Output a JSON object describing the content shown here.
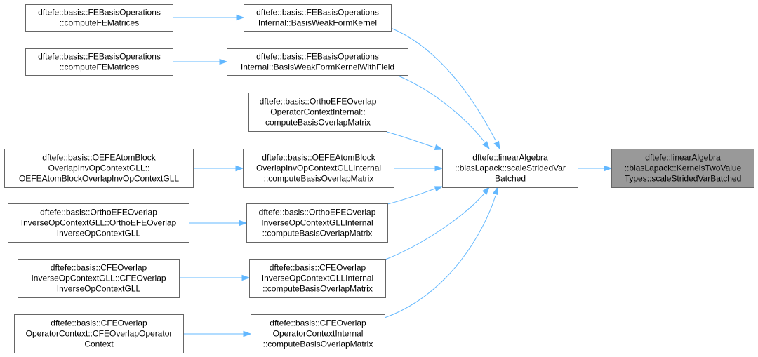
{
  "graph": {
    "nodes": [
      {
        "id": "target",
        "label": [
          "dftefe::linearAlgebra",
          "::blasLapack::KernelsTwoValue",
          "Types::scaleStridedVarBatched"
        ],
        "current": true
      },
      {
        "id": "scale",
        "label": [
          "dftefe::linearAlgebra",
          "::blasLapack::scaleStridedVar",
          "Batched"
        ]
      },
      {
        "id": "wfk",
        "label": [
          "dftefe::basis::FEBasisOperations",
          "Internal::BasisWeakFormKernel"
        ]
      },
      {
        "id": "wfkf",
        "label": [
          "dftefe::basis::FEBasisOperations",
          "Internal::BasisWeakFormKernelWithField"
        ]
      },
      {
        "id": "ortho_ctx_int",
        "label": [
          "dftefe::basis::OrthoEFEOverlap",
          "OperatorContextInternal::",
          "computeBasisOverlapMatrix"
        ]
      },
      {
        "id": "oefe_int",
        "label": [
          "dftefe::basis::OEFEAtomBlock",
          "OverlapInvOpContextGLLInternal",
          "::computeBasisOverlapMatrix"
        ]
      },
      {
        "id": "ortho_inv_int",
        "label": [
          "dftefe::basis::OrthoEFEOverlap",
          "InverseOpContextGLLInternal",
          "::computeBasisOverlapMatrix"
        ]
      },
      {
        "id": "cfe_inv_int",
        "label": [
          "dftefe::basis::CFEOverlap",
          "InverseOpContextGLLInternal",
          "::computeBasisOverlapMatrix"
        ]
      },
      {
        "id": "cfe_ctx_int",
        "label": [
          "dftefe::basis::CFEOverlap",
          "OperatorContextInternal",
          "::computeBasisOverlapMatrix"
        ]
      },
      {
        "id": "fe_compute_1",
        "label": [
          "dftefe::basis::FEBasisOperations",
          "::computeFEMatrices"
        ]
      },
      {
        "id": "fe_compute_2",
        "label": [
          "dftefe::basis::FEBasisOperations",
          "::computeFEMatrices"
        ]
      },
      {
        "id": "oefe_ctx",
        "label": [
          "dftefe::basis::OEFEAtomBlock",
          "OverlapInvOpContextGLL::",
          "OEFEAtomBlockOverlapInvOpContextGLL"
        ]
      },
      {
        "id": "ortho_inv_ctx",
        "label": [
          "dftefe::basis::OrthoEFEOverlap",
          "InverseOpContextGLL::OrthoEFEOverlap",
          "InverseOpContextGLL"
        ]
      },
      {
        "id": "cfe_inv_ctx",
        "label": [
          "dftefe::basis::CFEOverlap",
          "InverseOpContextGLL::CFEOverlap",
          "InverseOpContextGLL"
        ]
      },
      {
        "id": "cfe_ctx",
        "label": [
          "dftefe::basis::CFEOverlap",
          "OperatorContext::CFEOverlapOperator",
          "Context"
        ]
      }
    ],
    "edges": [
      {
        "from": "scale",
        "to": "target"
      },
      {
        "from": "wfk",
        "to": "scale"
      },
      {
        "from": "wfkf",
        "to": "scale"
      },
      {
        "from": "ortho_ctx_int",
        "to": "scale"
      },
      {
        "from": "oefe_int",
        "to": "scale"
      },
      {
        "from": "ortho_inv_int",
        "to": "scale"
      },
      {
        "from": "cfe_inv_int",
        "to": "scale"
      },
      {
        "from": "cfe_ctx_int",
        "to": "scale"
      },
      {
        "from": "fe_compute_1",
        "to": "wfk"
      },
      {
        "from": "fe_compute_2",
        "to": "wfkf"
      },
      {
        "from": "oefe_ctx",
        "to": "oefe_int"
      },
      {
        "from": "ortho_inv_ctx",
        "to": "ortho_inv_int"
      },
      {
        "from": "cfe_inv_ctx",
        "to": "cfe_inv_int"
      },
      {
        "from": "cfe_ctx",
        "to": "cfe_ctx_int"
      }
    ]
  }
}
